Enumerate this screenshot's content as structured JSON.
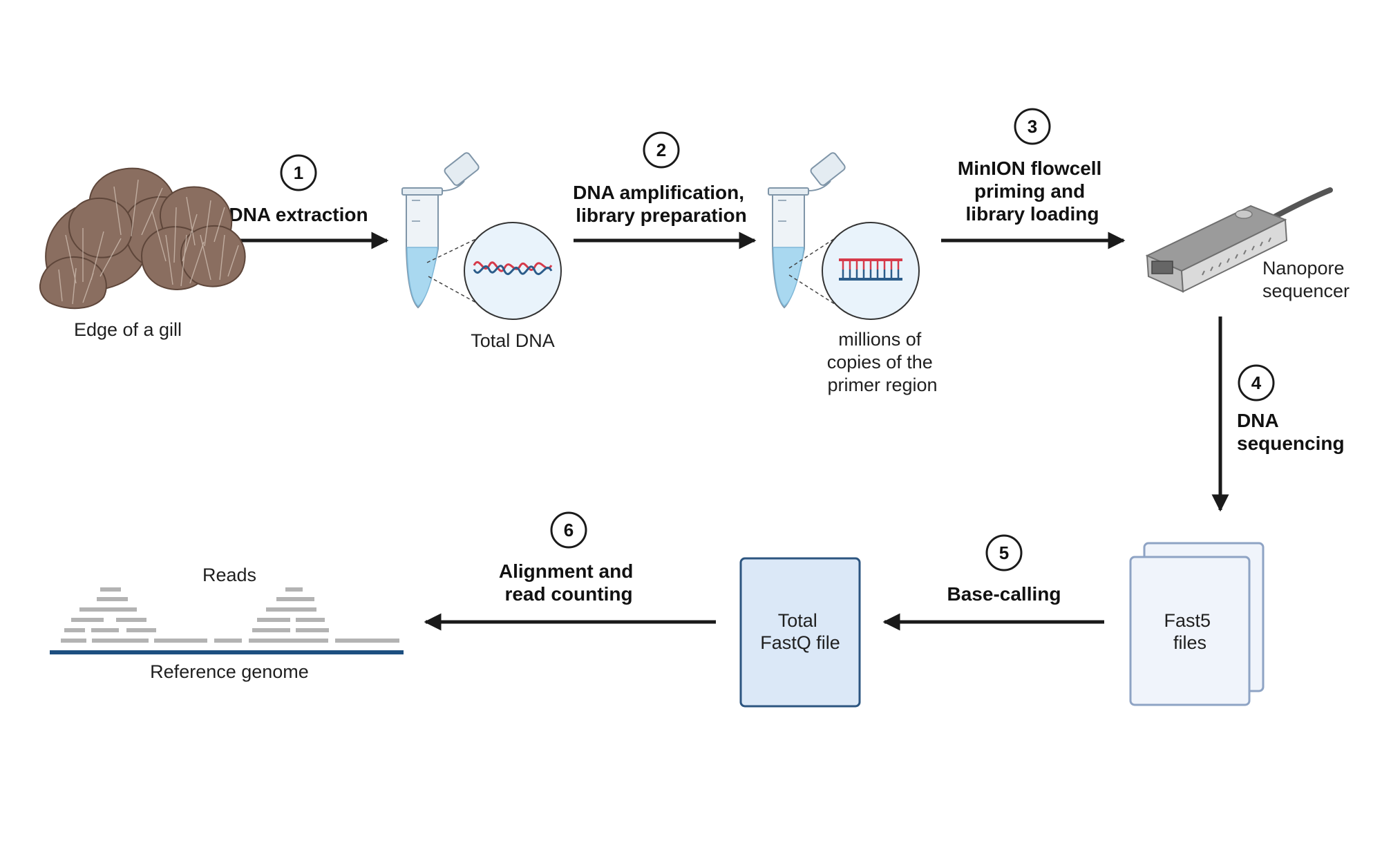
{
  "steps": [
    {
      "number": "1",
      "label_lines": [
        "DNA extraction"
      ]
    },
    {
      "number": "2",
      "label_lines": [
        "DNA amplification,",
        "library preparation"
      ]
    },
    {
      "number": "3",
      "label_lines": [
        "MinION flowcell",
        "priming and",
        "library loading"
      ]
    },
    {
      "number": "4",
      "label_lines": [
        "DNA",
        "sequencing"
      ]
    },
    {
      "number": "5",
      "label_lines": [
        "Base-calling"
      ]
    },
    {
      "number": "6",
      "label_lines": [
        "Alignment and",
        "read counting"
      ]
    }
  ],
  "nodes": {
    "gill": {
      "lines": [
        "Edge of a gill"
      ]
    },
    "total_dna": {
      "lines": [
        "Total DNA"
      ]
    },
    "amplicons": {
      "lines": [
        "millions of",
        "copies of the",
        "primer region"
      ]
    },
    "sequencer": {
      "lines": [
        "Nanopore",
        "sequencer"
      ]
    },
    "fast5": {
      "lines": [
        "Fast5",
        "files"
      ]
    },
    "fastq": {
      "lines": [
        "Total",
        "FastQ file"
      ]
    },
    "reads": {
      "lines": [
        "Reads"
      ]
    },
    "reference": {
      "lines": [
        "Reference genome"
      ]
    }
  },
  "colors": {
    "arrow": "#1a1a1a",
    "mushroom": "#8a6e60",
    "liquid": "#a9d8f0",
    "dna_red": "#d63a4a",
    "dna_blue": "#2b5c8a",
    "fastq_fill": "#dbe8f7",
    "fastq_stroke": "#2c5580",
    "fast5_fill": "#f0f4fb",
    "fast5_stroke": "#8ea3c4",
    "reads": "#b3b3b3",
    "reference": "#1d4f80"
  },
  "icons": [
    "mushroom-icon",
    "tube-icon",
    "dna-strand-icon",
    "amplicon-icon",
    "sequencer-icon",
    "document-icon"
  ]
}
